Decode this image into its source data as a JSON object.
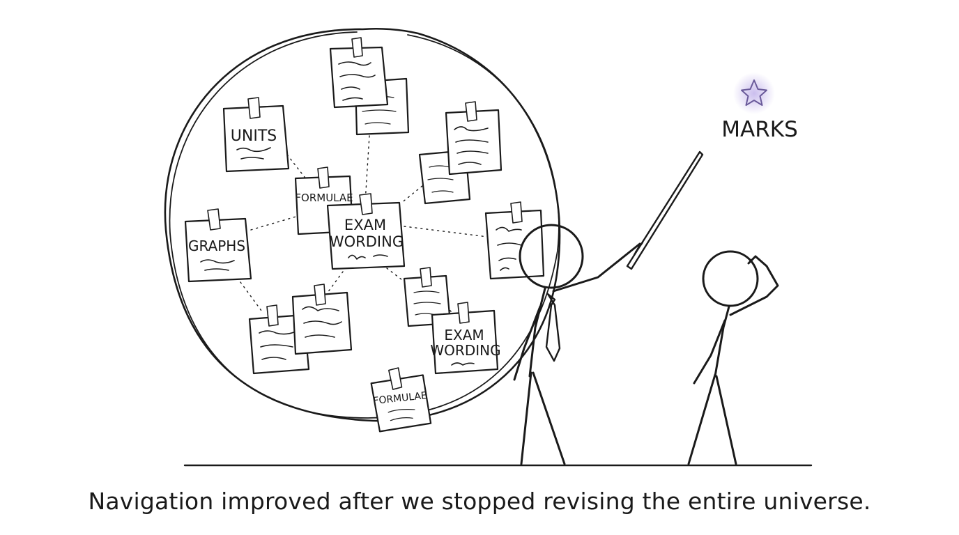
{
  "notes": {
    "units": "UNITS",
    "formulae_top": "FORMULAE",
    "exam_wording_center_line1": "EXAM",
    "exam_wording_center_line2": "WORDING",
    "graphs": "GRAPHS",
    "exam_wording_lower_line1": "EXAM",
    "exam_wording_lower_line2": "WORDING",
    "formulae_bottom": "FORMULAE"
  },
  "target": {
    "label": "MARKS",
    "icon": "star-icon",
    "glow_color": "#b9a8e8",
    "star_color": "#6a5a9a"
  },
  "caption": "Navigation improved after we stopped revising the entire universe."
}
